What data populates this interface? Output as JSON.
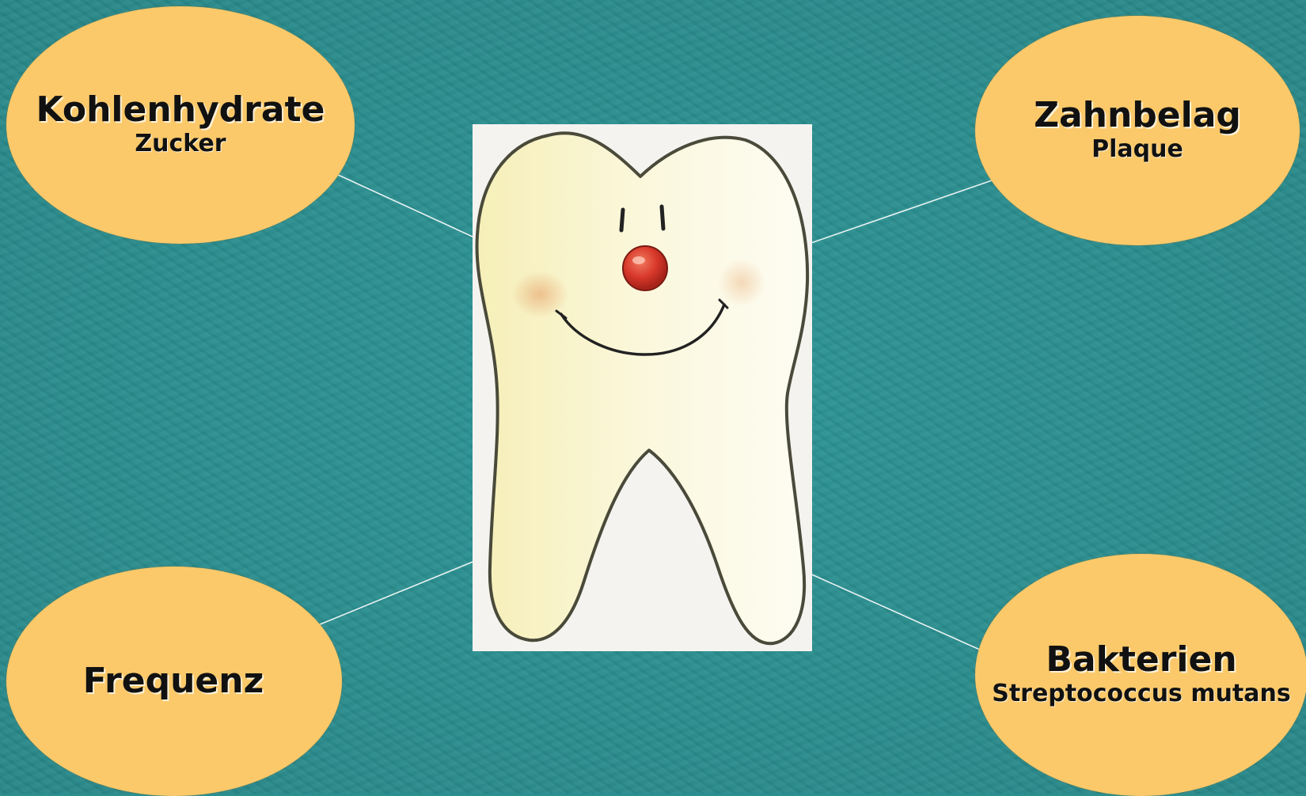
{
  "bubbles": {
    "kohlenhydrate": {
      "title": "Kohlenhydrate",
      "subtitle": "Zucker"
    },
    "zahnbelag": {
      "title": "Zahnbelag",
      "subtitle": "Plaque"
    },
    "frequenz": {
      "title": "Frequenz"
    },
    "bakterien": {
      "title": "Bakterien",
      "subtitle": "Streptococcus mutans"
    }
  },
  "colors": {
    "background": "#2b8e8f",
    "bubble": "#fbc96a",
    "connector": "#e8f2f2",
    "tooth": "#fbf6d6",
    "nose": "#d8382a"
  },
  "icons": {
    "tooth": "smiling-tooth-illustration"
  }
}
